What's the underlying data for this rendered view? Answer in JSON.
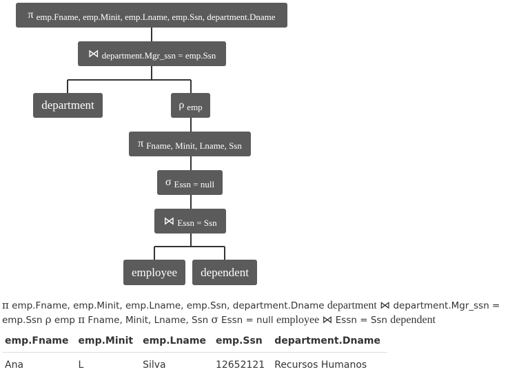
{
  "tree": {
    "nodes": {
      "proj_top": {
        "symbol": "π",
        "sub": "emp.Fname, emp.Minit, emp.Lname, emp.Ssn, department.Dname"
      },
      "join_top": {
        "symbol": "⋈",
        "sub": "department.Mgr_ssn = emp.Ssn"
      },
      "department": {
        "name": "department"
      },
      "rho": {
        "symbol": "ρ",
        "sub": "emp"
      },
      "proj_inner": {
        "symbol": "π",
        "sub": "Fname, Minit, Lname, Ssn"
      },
      "sigma": {
        "symbol": "σ",
        "sub": "Essn = null"
      },
      "join_inner": {
        "symbol": "⋈",
        "sub": "Essn = Ssn"
      },
      "employee": {
        "name": "employee"
      },
      "dependent": {
        "name": "dependent"
      }
    }
  },
  "expression": {
    "proj_sym": "π",
    "proj_attrs": "emp.Fname, emp.Minit, emp.Lname, emp.Ssn, department.Dname",
    "rel1": "department",
    "join_sym": "⋈",
    "join_cond": "department.Mgr_ssn = emp.Ssn",
    "rho_sym": "ρ",
    "rho_name": "emp",
    "proj2_sym": "π",
    "proj2_attrs": "Fname, Minit, Lname, Ssn",
    "sigma_sym": "σ",
    "sigma_cond": "Essn = null",
    "rel2": "employee",
    "join2_sym": "⋈",
    "join2_cond": "Essn = Ssn",
    "rel3": "dependent"
  },
  "result": {
    "columns": [
      "emp.Fname",
      "emp.Minit",
      "emp.Lname",
      "emp.Ssn",
      "department.Dname"
    ],
    "rows": [
      [
        "Ana",
        "L",
        "Silva",
        "12652121",
        "Recursos Humanos"
      ]
    ]
  }
}
